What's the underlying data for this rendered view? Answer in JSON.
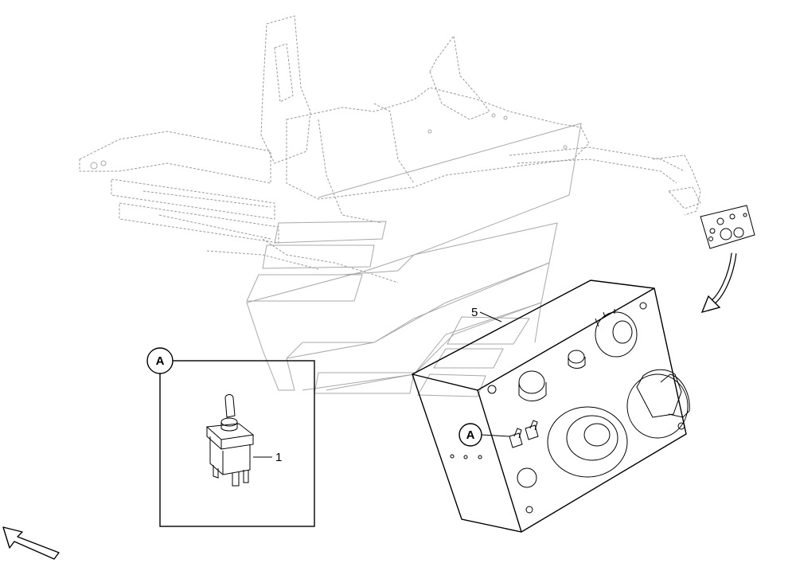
{
  "diagram": {
    "labels": {
      "item_1": "1",
      "item_5": "5",
      "callout_detail": "A",
      "callout_panel": "A"
    },
    "icons": {
      "orientation_arrow": "direction-arrow-icon",
      "zoom_arrow": "curved-arrow-icon",
      "toggle_switch": "toggle-switch-icon",
      "joystick": "joystick-icon"
    },
    "colors": {
      "line": "#000000",
      "ghost": "#9a9a9a",
      "background": "#ffffff"
    }
  }
}
